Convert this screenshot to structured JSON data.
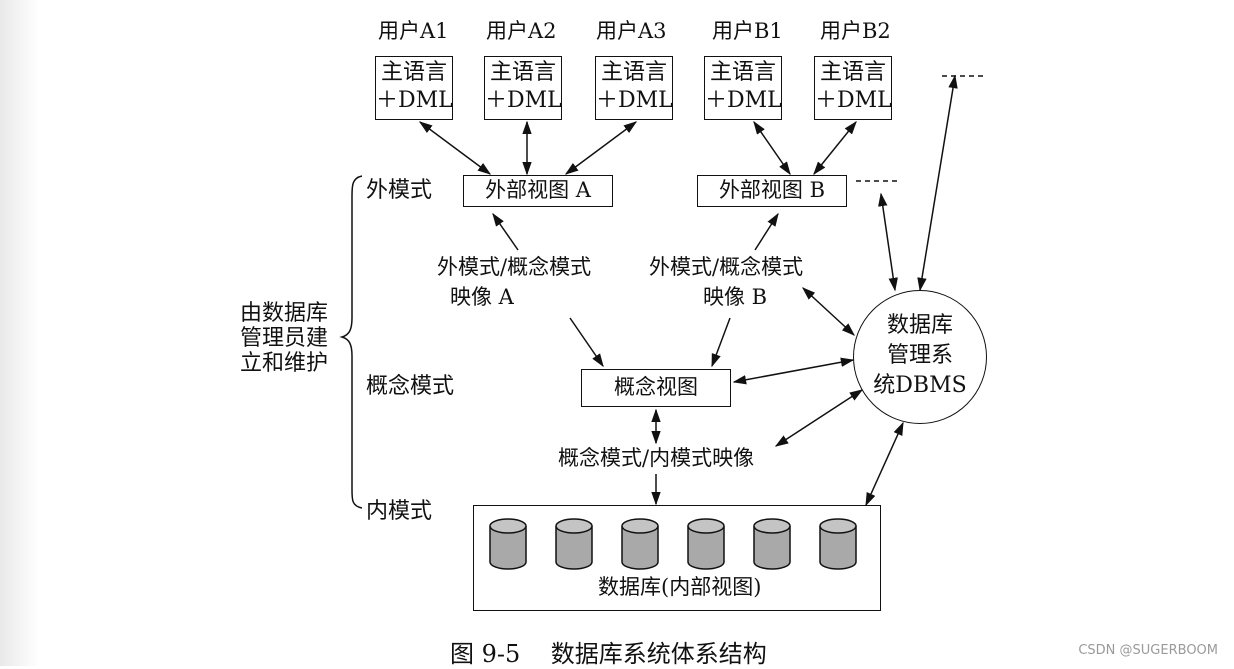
{
  "users": {
    "a1": "用户A1",
    "a2": "用户A2",
    "a3": "用户A3",
    "b1": "用户B1",
    "b2": "用户B2"
  },
  "user_box": {
    "line1": "主语言",
    "line2": "＋DML"
  },
  "external_view_a": "外部视图 A",
  "external_view_b": "外部视图 B",
  "mapping_a": {
    "line1": "外模式/概念模式",
    "line2": "映像 A"
  },
  "mapping_b": {
    "line1": "外模式/概念模式",
    "line2": "映像 B"
  },
  "conceptual_view": "概念视图",
  "conceptual_internal_mapping": "概念模式/内模式映像",
  "dbms": {
    "line1": "数据库",
    "line2": "管理系",
    "line3": "统DBMS"
  },
  "database_label": "数据库(内部视图)",
  "levels": {
    "external": "外模式",
    "conceptual": "概念模式",
    "internal": "内模式"
  },
  "maintainer": {
    "line1": "由数据库",
    "line2": "管理员建",
    "line3": "立和维护"
  },
  "caption": "图 9-5    数据库系统体系结构",
  "watermark": "CSDN @SUGERBOOM",
  "colors": {
    "cylinder_fill": "#a9a9a9",
    "stroke": "#111111",
    "watermark": "#9a9a9a"
  }
}
